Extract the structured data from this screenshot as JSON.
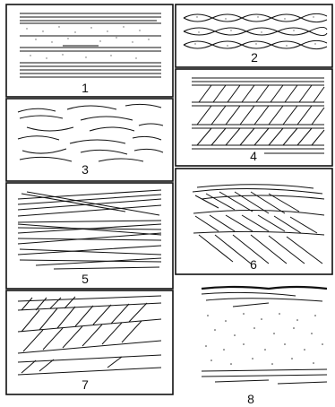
{
  "panels": [
    {
      "label": "1"
    },
    {
      "label": "2"
    },
    {
      "label": "3"
    },
    {
      "label": "4"
    },
    {
      "label": "5"
    },
    {
      "label": "6"
    },
    {
      "label": "7"
    },
    {
      "label": "8"
    }
  ],
  "colors": {
    "ink": "#111111",
    "background": "#ffffff"
  }
}
